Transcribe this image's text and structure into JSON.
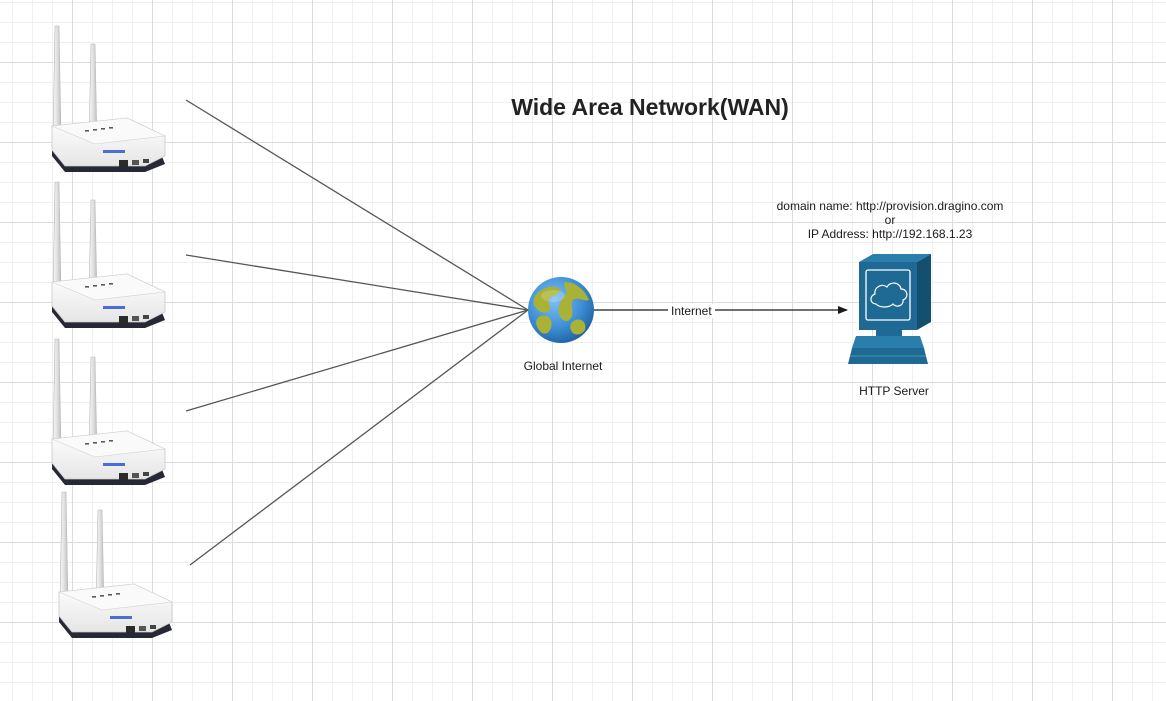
{
  "diagram": {
    "title": "Wide Area Network(WAN)",
    "nodes": {
      "gateways": [
        {
          "id": "gateway-1"
        },
        {
          "id": "gateway-2"
        },
        {
          "id": "gateway-3"
        },
        {
          "id": "gateway-4"
        }
      ],
      "internet": {
        "label": "Global Internet",
        "icon": "globe-icon"
      },
      "server": {
        "label": "HTTP Server",
        "icon": "computer-terminal-icon",
        "domain_line": "domain name: http://provision.dragino.com",
        "or_line": "or",
        "ip_line": "IP Address: http://192.168.1.23"
      }
    },
    "edges": [
      {
        "from": "gateway-1",
        "to": "internet"
      },
      {
        "from": "gateway-2",
        "to": "internet"
      },
      {
        "from": "gateway-3",
        "to": "internet"
      },
      {
        "from": "gateway-4",
        "to": "internet"
      },
      {
        "from": "internet",
        "to": "server",
        "label": "Internet",
        "arrow": true
      }
    ]
  },
  "colors": {
    "server_blue": "#1e6a94",
    "globe_ocean": "#3d8fd6",
    "globe_land": "#a9b234",
    "router_body": "#f4f4f4",
    "router_base": "#262833",
    "edge": "#555555"
  }
}
